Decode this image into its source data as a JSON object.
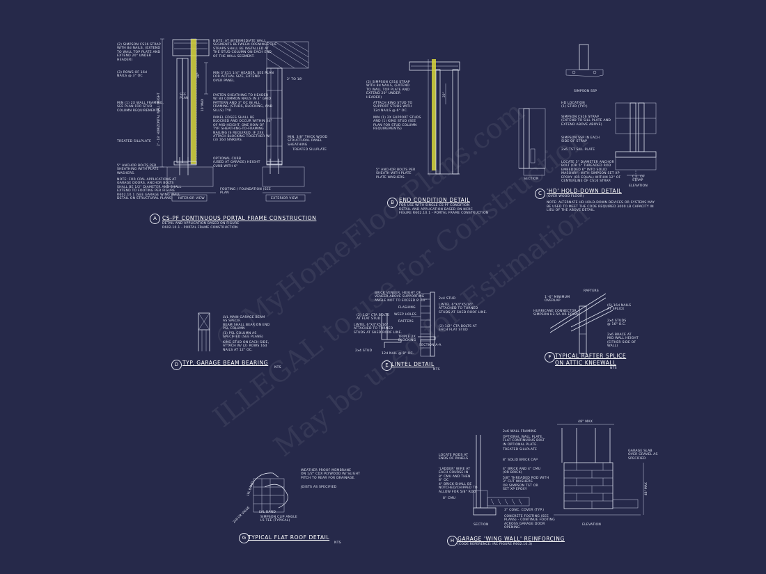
{
  "watermark": {
    "line1": "© MyHomeFloorPlans.com",
    "line2": "ILLEGAL to use for Construction",
    "line3": "May be used for Estimation"
  },
  "details": {
    "a": {
      "letter": "A",
      "title": "CS-PF CONTINUOUS PORTAL FRAME CONSTRUCTION",
      "sub": "DETAIL AND APPLICATION BASED ON FIGURE\nR602.10.1 - PORTAL FRAME CONSTRUCTION",
      "interior_label": "INTERIOR VIEW",
      "exterior_label": "EXTERIOR VIEW",
      "notes_left": [
        "(2) SIMPSON CS16 STRAP\nWITH 8d NAILS, (EXTEND\nTO WALL TOP PLATE AND\nEXTEND 20\" UNDER\nHEADER)",
        "(3) ROWS OF 16d\nNAILS @ 3\" OC",
        "MIN (1) 2X WALL FRAMING,\nSEE PLAN FOR STUD\nCOLUMN REQUIREMENTS.",
        "TREATED SILLPLATE",
        "5\" ANCHOR BOLTS PER\nSHEATHING WITH PLATE\nWASHERS.",
        "NOTE: FOR CPAL APPLICATIONS AT\nGARAGE DOORS, ANCHOR BOLTS\nSHALL BE 1/2\" DIAMETER AND SHALL\nEXTEND TO FOOTING PER FIGURE\nR602.10.1 (SEE GARAGE WING WALL\nDETAIL ON STRUCTURAL PLANS)"
      ],
      "notes_right": [
        "NOTE: AT INTERMEDIATE WALL\nSEGMENTS BETWEEN OPENINGS THE\nSTRAPS SHALL BE INSTALLED AT\nTHE STUD COLUMN ON EACH END\nOF THE WALL SEGMENT.",
        "MIN 3\"X11 1/4\" HEADER, SEE PLAN\nFOR ACTUAL SIZE, EXTEND\nOVER PANEL",
        "FASTEN SHEATHING TO HEADER\nW/ 8d COMMON NAILS IN 3\" GRID\nPATTERN AND 3\" OC IN ALL\nFRAMING (STUDS, BLOCKING, AND\nSILLS) TYP.",
        "PANEL EDGES SHALL BE\nBLOCKED AND OCCUR WITHIN 24\"\nOF MID HEIGHT. ONE ROW OF\nTYP. SHEATHING-TO-FRAMING\nNAILING IS REQUIRED. IF 2X4\nATTACH BLOCKING TOGETHER W/\n(3) 16d SINKERS.",
        "OPTIONAL CURB\n(USED AT GARAGE) HEIGHT\nCURB WITH 6\"",
        "FOOTING / FOUNDATION (SEE\nPLAN"
      ],
      "notes_ext": [
        "2' TO 18'",
        "MIN. 3/8\" THICK WOOD\nSTRUCTURAL PANEL\nSHEATHING",
        "TREATED SILLPLATE"
      ],
      "dim_see_plan": "SEE\nPLAN",
      "vert_label": "2' - 18' HORIZONTAL WALL HEIGHT",
      "dim_max": "10' MAX",
      "dim_20": "20\""
    },
    "b": {
      "letter": "B",
      "title": "END CONDITION DETAIL",
      "sub": "FOR USE WITH SINGLE CS-PF CONDITION\nDETAIL AND APPLICATION BASED ON NCRC\nFIGURE R602.10.1 - PORTAL FRAME CONSTRUCTION",
      "notes": [
        "(2) SIMPSON CS16 STRAP\nWITH 8d NAILS, (EXTEND\nTO WALL TOP PLATE AND\nEXTEND 20\" UNDER\nHEADER)",
        "ATTACH KING STUD TO\nSUPPORT STUDS WITH\n12d NAILS @ 6\" OC.",
        "MIN (1) 2X SUPPORT STUDS\nAND (1) KING STUD (SEE\nPLAN FOR STUD COLUMN\nREQUIREMENTS)",
        "5\" ANCHOR BOLTS PER\nSHEATH WITH PLATE\nPLATE WASHERS."
      ],
      "dim_20": "20\""
    },
    "c": {
      "letter": "C",
      "title": "'HD' HOLD-DOWN DETAIL",
      "sub": "(OVER WOOD FLOOR)",
      "notes": [
        "HD LOCATION\n(1) STUD (TYP.)",
        "SIMPSON CS16 STRAP\n(EXTEND TO SILL PLATE AND\nEXTEND ABOVE ABOVE)",
        "SIMPSON SSP IN EACH\nSIDE OF STRAP",
        "2x6 TST SILL PLATE",
        "LOCATE 5\" DIAMETER ANCHOR\nBOLT (OR 5\" THREADED ROD\nEMBEDDED 6\" INTO SOLID\nMASONRY) WITH SIMPSON SET XP\nEPOXY (OR EQUAL) WITHIN 12\" OF\nCENTERLINE OF CS16 STRAP."
      ],
      "note_bottom": "NOTE: ALTERNATE HD HOLD-DOWN DEVICES OR SYSTEMS MAY\nBE USED TO MEET THE CODE REQUIRED 3000 LB CAPACITY IN\nLIEU OF THE ABOVE DETAIL.",
      "top_label": "SIMPSON SSP",
      "section_label": "SECTION",
      "elevation_label": "ELEVATION",
      "cl_label": "C.L. OF\nSTRAP"
    },
    "d": {
      "letter": "D",
      "title": "TYP. GARAGE BEAM BEARING",
      "nts": "NTS",
      "notes": [
        "LVL MAIN GARAGE BEAM\nAS SPECIF.",
        "BEAM SHALL BEAR ON END\nPSL COLUMN",
        "(1) PSL COLUMN AS\nSPECIFIED (SEE PLANS)",
        "KING STUD ON EACH SIDE,\nATTACH W/ (2) ROWS 16d\nNAILS AT 12\" OC."
      ]
    },
    "e": {
      "letter": "E",
      "title": "LINTEL DETAIL",
      "nts": "NTS",
      "notes_top": "BRICK VENEER, HEIGHT OF\nVENEER ABOVE SUPPORTING\nANGLE NOT TO EXCEED 8'-10\"",
      "notes_left": [
        "(2) 1/2\" CTA BOLTS\nAT FLAT STUD",
        "LINTEL 6\"X4\"X5/16\"\nATTACHED TO TURNED\nSTUDS AT SHED ROOF LINE."
      ],
      "notes_right": [
        "2x4 STUD",
        "LINTEL 6\"X4\"X5/16\"\nATTACHED TO TURNED\nSTUDS AT SHED ROOF LINE.",
        "FLASHING",
        "WEEP HOLES",
        "RAFTERS",
        "(2) 1/2\" CTA BOLTS AT\nEACH FLAT STUD",
        "TRIPLE 2X\nBLOCKING"
      ],
      "stud_label": "2x4 STUD",
      "nail_label": "12d NAIL @ 8\" OC.",
      "section_label": "SECTION A-A"
    },
    "f": {
      "letter": "F",
      "title_line1": "TYPICAL RAFTER SPLICE",
      "title_line2": "ON ATTIC KNEEWALL",
      "nts": "NTS",
      "notes": [
        "RAFTERS",
        "1'-6\" MINIMUM\nOVERLAP",
        "HURRICANE CONNECTOR\nSIMPSON H2.5A OR EQUAL",
        "(6) 16d NAILS\nAT SPLICE",
        "2x4 STUDS\n@ 16\" O.C.",
        "2x6 BRACE AT\nMID WALL HEIGHT\n(EITHER SIDE OF\nWALL)"
      ]
    },
    "g": {
      "letter": "G",
      "title": "TYPICAL FLAT ROOF DETAIL",
      "nts": "NTS",
      "notes": [
        "WEATHER PROOF MEMBRANE\nON 1/2\" CDX PLYWOOD W/ SLIGHT\nPITCH TO REAR FOR DRAINAGE.",
        "JOISTS AS SPECIFIED",
        "SIMPSON CLIP ANGLE\nL5 TEE (TYPICAL)"
      ],
      "v1": "LVL BAND",
      "v2": "2X8 OR VALUE",
      "h1": "LVL BAND"
    },
    "h": {
      "letter": "H",
      "title": "GARAGE 'WING WALL' REINFORCING",
      "sub": "(CODE REFERENCE: IRC FIGURE R602.10.3)",
      "notes_left": [
        "LOCATE RODS AT\nENDS OF PANELS",
        "'LADDER' WIRE AT\nEACH COURSE IN\n8\" CMU AND THEN\n8\" OC",
        "4\" BRICK SHALL BE\nNOTCHED/CHIPPED TO\nALLOW FOR 5/8\" ROD",
        "8\" CMU"
      ],
      "notes_mid": [
        "2x6 WALL FRAMING",
        "OPTIONAL WALL PLATE,\nFLAT CONTINUOUS BOLT\nIN OPTIONAL PLATE.",
        "TREATED SILLPLATE",
        "8\" SOLID BRICK CAP",
        "4\" BRICK AND 4\" CMU\n(OR BRICK)",
        "5/8\" THREADED ROD WITH\n3\" CUT WASHERS\nOR SIMPSON TST OR\nSET XP EPOXY",
        "3\" CONC. COVER (TYP.)",
        "CONCRETE FOOTING (SEE\nPLANS) - CONTINUE FOOTING\nACROSS GARAGE DOOR\nOPENING"
      ],
      "notes_right": "GARAGE SLAB\nOVER GRAVEL AS\nSPECIFIED",
      "dim_top": "48\" MAX",
      "dim_side": "48\" MAX",
      "section_label": "SECTION",
      "elevation_label": "ELEVATION"
    }
  }
}
